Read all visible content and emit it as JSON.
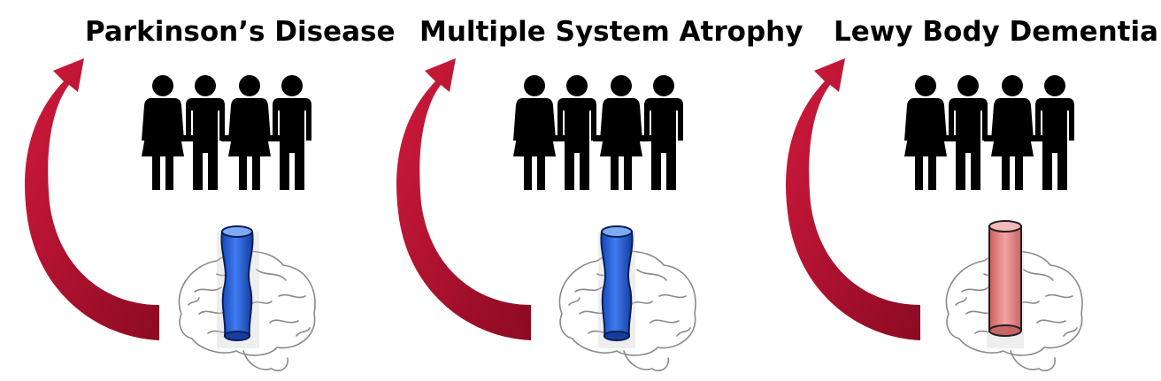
{
  "panels": [
    {
      "title": "Parkinson’s Disease",
      "aggregate_shape": "tapered-fibril-icon",
      "aggregate_color": "#1f5bd6"
    },
    {
      "title": "Multiple System Atrophy",
      "aggregate_shape": "tapered-fibril-icon",
      "aggregate_color": "#1f5bd6"
    },
    {
      "title": "Lewy Body Dementia",
      "aggregate_shape": "cylinder-fibril-icon",
      "aggregate_color": "#e07b7b"
    }
  ],
  "colors": {
    "arrow": "#b0102e",
    "people": "#000000",
    "brain_outline": "#8a8a8a"
  }
}
